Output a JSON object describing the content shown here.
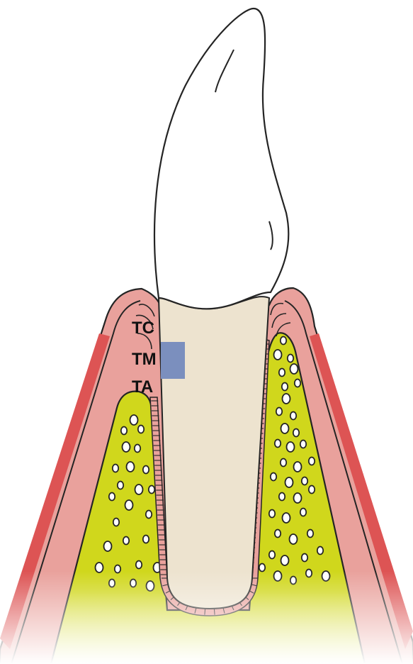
{
  "labels": {
    "tc": "TC",
    "tm": "TM",
    "ta": "TA"
  },
  "colors": {
    "crown": "#ffffff",
    "root": "#ede3cf",
    "gum": "#e9a19c",
    "gum_edge": "#dd5454",
    "bone": "#d0d71c",
    "outline": "#242424",
    "marker": "#7b8fbe",
    "label": "#111111"
  }
}
